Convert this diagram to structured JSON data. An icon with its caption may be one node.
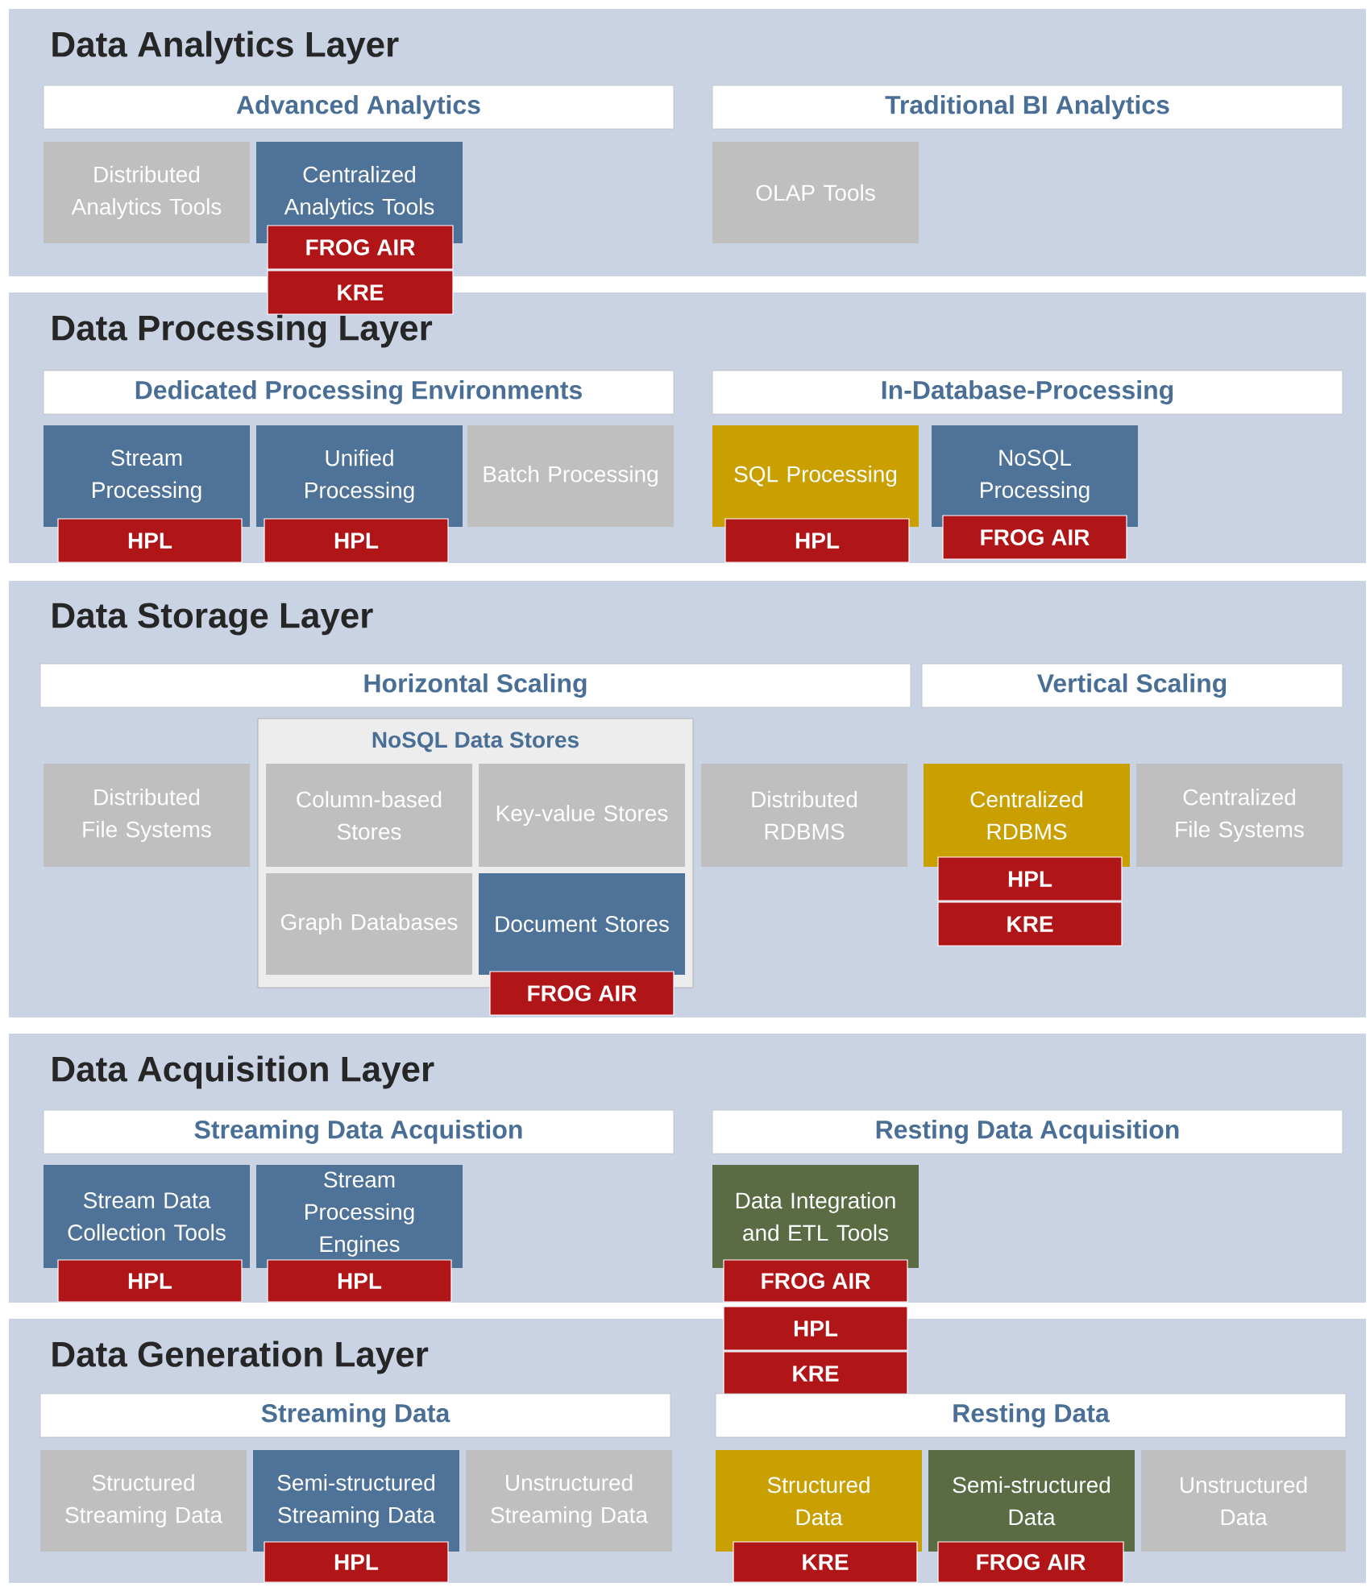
{
  "diagram": {
    "nodes": [
      {
        "text": [
          "Data Analytics Layer"
        ]
      },
      {
        "text": [
          "Advanced Analytics"
        ],
        "in": 0
      },
      {
        "text": [
          "Traditional BI Analytics"
        ],
        "in": 0
      },
      {
        "text": [
          "Distributed Analytics Tools"
        ],
        "in": 0
      },
      {
        "text": [
          "Centralized Analytics Tools"
        ],
        "in": 0
      },
      {
        "text": [
          "FROG AIR"
        ],
        "in": 0
      },
      {
        "text": [
          "KRE"
        ]
      },
      {
        "text": [
          "OLAP Tools"
        ],
        "in": 0
      },
      {
        "text": [
          "Data Processing Layer"
        ]
      },
      {
        "text": [
          "Dedicated Processing Environments"
        ],
        "in": 8
      },
      {
        "text": [
          "In-Database-Processing"
        ],
        "in": 8
      },
      {
        "text": [
          "Stream Processing"
        ],
        "in": 8
      },
      {
        "text": [
          "Unified Processing"
        ],
        "in": 8
      },
      {
        "text": [
          "Batch Processing"
        ],
        "in": 8
      },
      {
        "text": [
          "SQL Processing"
        ],
        "in": 8
      },
      {
        "text": [
          "NoSQL Processing"
        ],
        "in": 8
      },
      {
        "text": [
          "HPL"
        ],
        "in": 8
      },
      {
        "text": [
          "HPL"
        ],
        "in": 8
      },
      {
        "text": [
          "HPL"
        ],
        "in": 8
      },
      {
        "text": [
          "FROG AIR"
        ],
        "in": 8
      },
      {
        "text": [
          "Data Storage Layer"
        ]
      },
      {
        "text": [
          "Horizontal Scaling"
        ],
        "in": 20
      },
      {
        "text": [
          "Vertical Scaling"
        ],
        "in": 20
      },
      {
        "text": [
          "Distributed File Systems"
        ],
        "in": 20
      },
      {
        "text": [
          "NoSQL Data Stores"
        ],
        "in": 20
      },
      {
        "text": [
          "Column-based Stores"
        ],
        "in": 24
      },
      {
        "text": [
          "Key-value Stores"
        ],
        "in": 24
      },
      {
        "text": [
          "Graph Databases"
        ],
        "in": 24
      },
      {
        "text": [
          "Document Stores"
        ],
        "in": 24
      },
      {
        "text": [
          "FROG AIR"
        ],
        "in": 20
      },
      {
        "text": [
          "Distributed RDBMS"
        ],
        "in": 20
      },
      {
        "text": [
          "Centralized RDBMS"
        ],
        "in": 20
      },
      {
        "text": [
          "Centralized File Systems"
        ],
        "in": 20
      },
      {
        "text": [
          "HPL"
        ],
        "in": 20
      },
      {
        "text": [
          "KRE"
        ],
        "in": 20
      },
      {
        "text": [
          "Data Acquisition Layer"
        ]
      },
      {
        "text": [
          "Streaming Data Acquistion"
        ],
        "in": 35
      },
      {
        "text": [
          "Resting Data Acquisition"
        ],
        "in": 35
      },
      {
        "text": [
          "Stream Data Collection Tools"
        ],
        "in": 35
      },
      {
        "text": [
          "Stream Processing Engines"
        ],
        "in": 35
      },
      {
        "text": [
          "Data Integration and ETL Tools"
        ],
        "in": 35
      },
      {
        "text": [
          "HPL"
        ],
        "in": 35
      },
      {
        "text": [
          "HPL"
        ],
        "in": 35
      },
      {
        "text": [
          "FROG AIR"
        ],
        "in": 35
      },
      {
        "text": [
          "HPL"
        ]
      },
      {
        "text": [
          "KRE"
        ],
        "in": 46
      },
      {
        "text": [
          "Data Generation Layer"
        ]
      },
      {
        "text": [
          "Streaming Data"
        ],
        "in": 46
      },
      {
        "text": [
          "Resting Data"
        ],
        "in": 46
      },
      {
        "text": [
          "Structured Streaming Data"
        ],
        "in": 46
      },
      {
        "text": [
          "Semi-structured Streaming Data"
        ],
        "in": 46
      },
      {
        "text": [
          "Unstructured Streaming Data"
        ],
        "in": 46
      },
      {
        "text": [
          "Structured Data"
        ],
        "in": 46
      },
      {
        "text": [
          "Semi-structured Data"
        ],
        "in": 46
      },
      {
        "text": [
          "Unstructured Data"
        ],
        "in": 46
      },
      {
        "text": [
          "HPL"
        ],
        "in": 46
      },
      {
        "text": [
          "KRE"
        ],
        "in": 46
      },
      {
        "text": [
          "FROG AIR"
        ],
        "in": 46
      }
    ]
  }
}
